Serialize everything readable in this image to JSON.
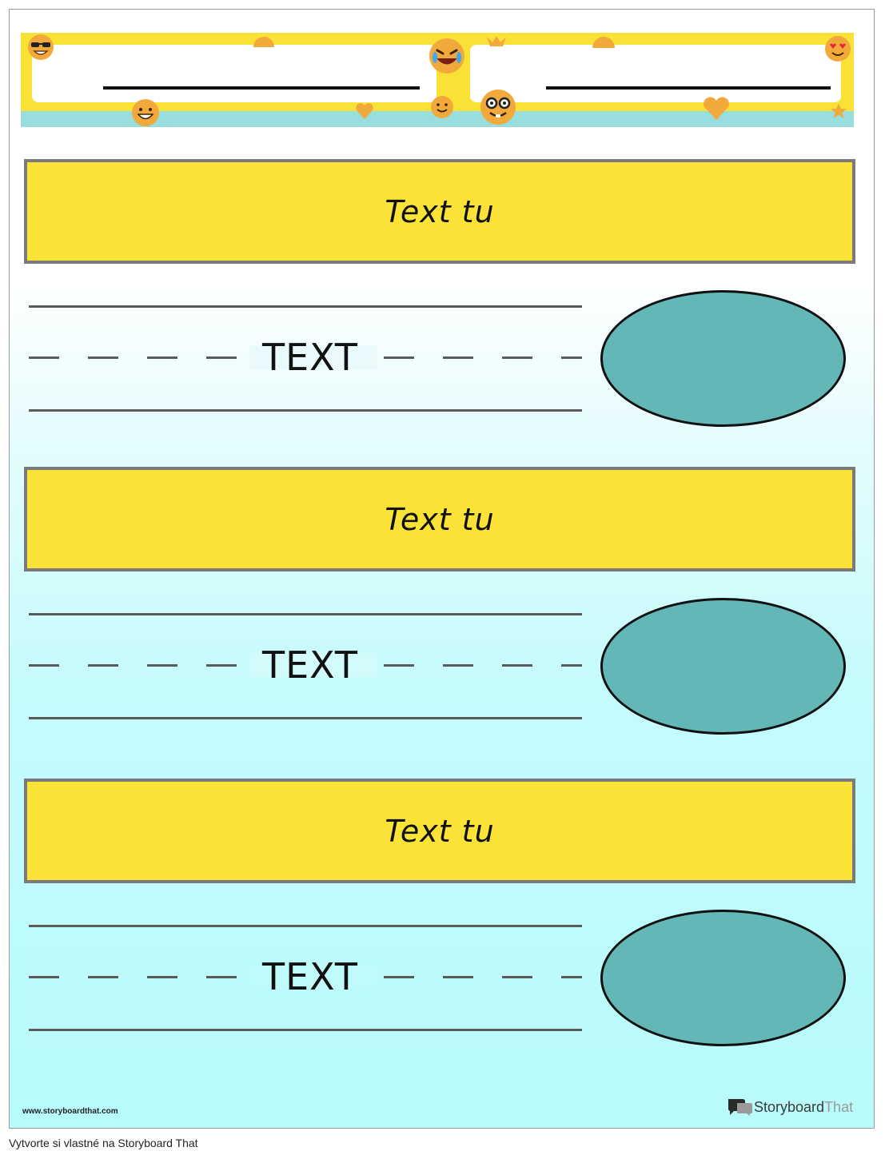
{
  "sections": [
    {
      "title": "Text tu",
      "trace_word": "TEXT"
    },
    {
      "title": "Text tu",
      "trace_word": "TEXT"
    },
    {
      "title": "Text tu",
      "trace_word": "TEXT"
    }
  ],
  "footer": {
    "site_url": "www.storyboardthat.com",
    "brand_name": "Storyboard",
    "brand_suffix": "That",
    "caption": "Vytvorte si vlastné na Storyboard That"
  },
  "colors": {
    "header_yellow": "#f9e235",
    "header_teal": "#98dede",
    "title_box": "#fae236",
    "oval_fill": "#63b8b7"
  },
  "icons": [
    "sunglasses-emoji-icon",
    "laughing-emoji-icon",
    "smiley-emoji-icon",
    "heart-eyes-emoji-icon",
    "nerd-emoji-icon",
    "heart-icon",
    "star-icon"
  ]
}
